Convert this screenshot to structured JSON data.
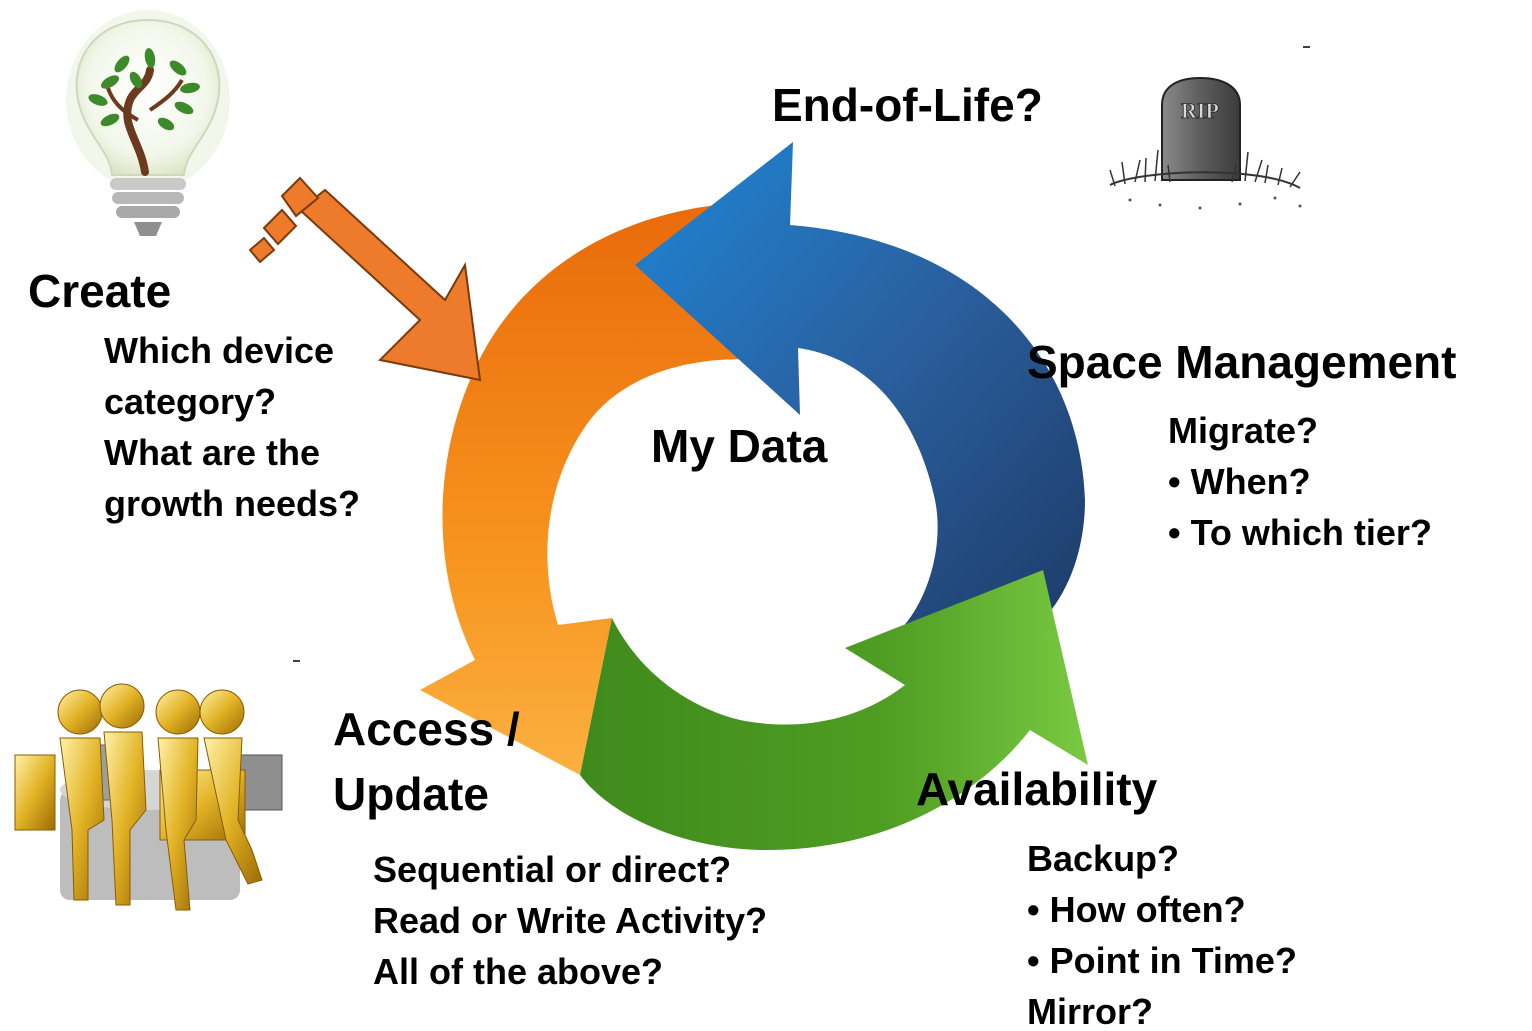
{
  "center_label": "My Data",
  "stages": {
    "create": {
      "title": "Create",
      "lines": [
        "Which device",
        "category?",
        "What are the",
        "growth needs?"
      ]
    },
    "end_of_life": {
      "title": "End-of-Life?"
    },
    "space_management": {
      "title": "Space Management",
      "lines": [
        "Migrate?",
        "• When?",
        "• To which tier?"
      ]
    },
    "availability": {
      "title": "Availability",
      "lines": [
        "Backup?",
        "• How often?",
        "• Point in Time?",
        "Mirror?"
      ]
    },
    "access_update": {
      "title_line1": "Access /",
      "title_line2": "Update",
      "lines": [
        "Sequential or direct?",
        "Read or Write Activity?",
        "All of the above?"
      ]
    }
  },
  "tombstone_text": "RIP",
  "colors": {
    "orange_arc": "#f7931e",
    "blue_arc": "#2a6fb8",
    "green_arc": "#56a625",
    "entry_arrow": "#ee7a2c",
    "text": "#000000"
  },
  "icons": {
    "create": "lightbulb-tree-icon",
    "end_of_life": "tombstone-icon",
    "access_update": "people-computers-icon",
    "entry": "entry-arrow-icon"
  }
}
